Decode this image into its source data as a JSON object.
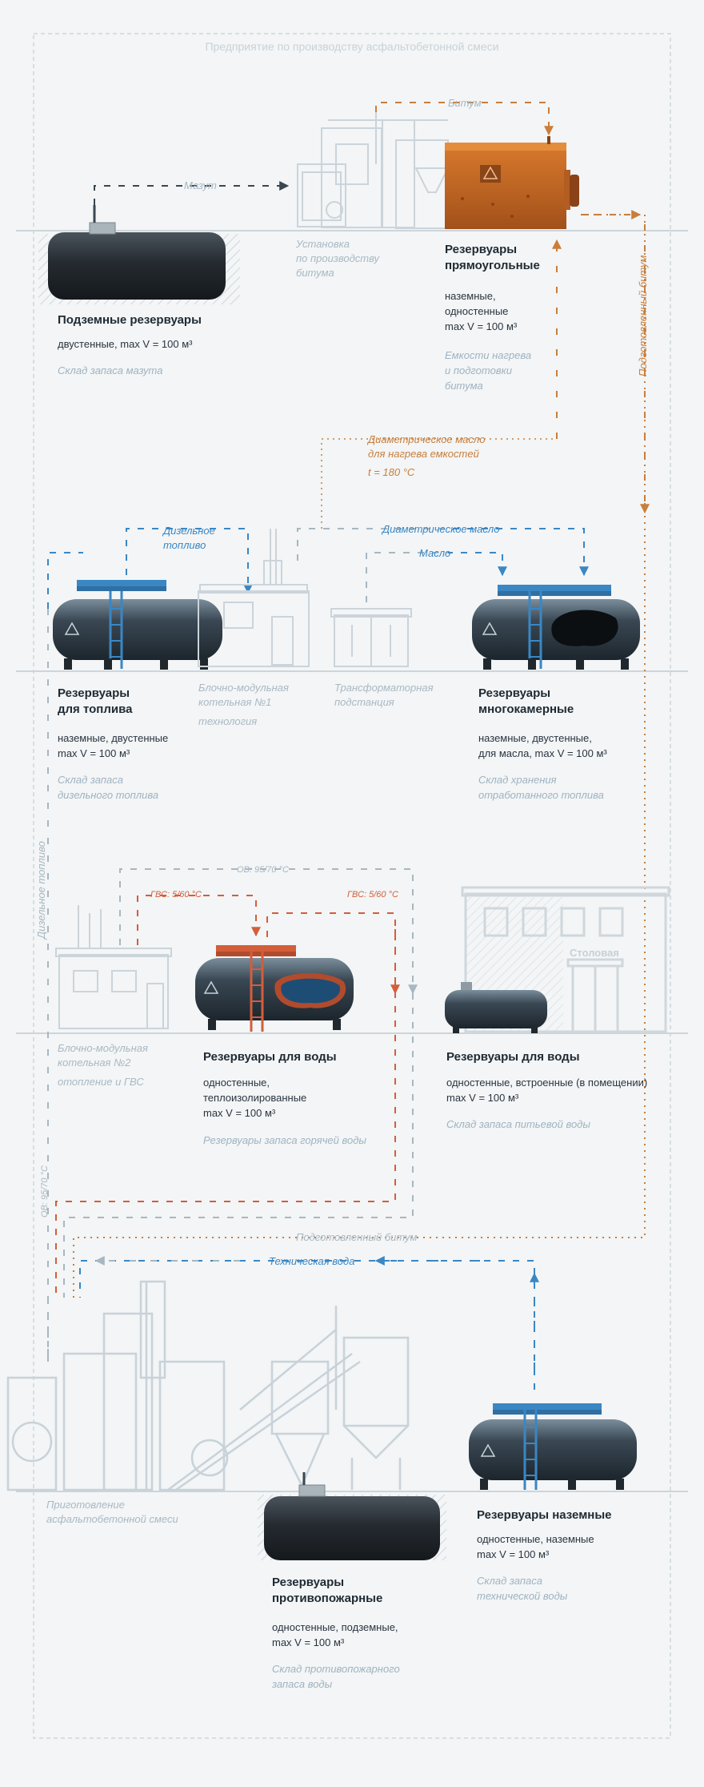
{
  "page": {
    "title": "Предприятие по производству асфальтобетонной смеси"
  },
  "flows": {
    "mazut": "Мазут",
    "bitum": "Битум",
    "prepared_bitum": "Подготовленный битум",
    "diathermic_oil_heating": "Диаметрическое масло\nдля нагрева емкостей",
    "diathermic_temp": "t = 180 °C",
    "diesel_fuel": "Дизельное\nтопливо",
    "diathermic_oil": "Диаметрическое масло",
    "oil": "Масло",
    "diesel_fuel_vertical": "Дизельное топливо",
    "ov": "ОВ: 95/70 °С",
    "gvs1": "ГВС: 5/60 °С",
    "gvs2": "ГВС: 5/60 °С",
    "ov_vertical": "ОВ: 95/70 °С",
    "prepared_bitum_h": "Подготовленный битум",
    "tech_water": "Техническая вода"
  },
  "facilities": {
    "bitumen_plant": "Установка\nпо производству\nбитума",
    "boiler1": "Блочно-модульная\nкотельная №1",
    "boiler1_note": "технология",
    "transformer": "Трансформаторная\nподстанция",
    "boiler2": "Блочно-модульная\nкотельная №2",
    "boiler2_note": "отопление и ГВС",
    "canteen": "Столовая",
    "asphalt": "Приготовление\nасфальтобетонной смеси"
  },
  "tanks": [
    {
      "title": "Подземные резервуары",
      "desc": "двустенные, max V = 100 м³",
      "note": "Склад запаса мазута"
    },
    {
      "title": "Резервуары\nпрямоугольные",
      "desc": "наземные,\nодностенные\nmax V = 100 м³",
      "note": "Емкости нагрева\nи подготовки\nбитума"
    },
    {
      "title": "Резервуары\nдля топлива",
      "desc": "наземные, двустенные\nmax V = 100 м³",
      "note": "Склад запаса\nдизельного топлива"
    },
    {
      "title": "Резервуары\nмногокамерные",
      "desc": "наземные, двустенные,\nдля масла, max V = 100 м³",
      "note": "Склад хранения\nотработанного топлива"
    },
    {
      "title": "Резервуары для воды",
      "desc": "одностенные,\nтеплоизолированные\nmax V = 100 м³",
      "note": "Резервуары запаса горячей воды"
    },
    {
      "title": "Резервуары для воды",
      "desc": "одностенные, встроенные (в помещении)\nmax V = 100 м³",
      "note": "Склад запаса питьевой воды"
    },
    {
      "title": "Резервуары наземные",
      "desc": "одностенные, наземные\nmax V = 100 м³",
      "note": "Склад запаса\nтехнической воды"
    },
    {
      "title": "Резервуары\nпротивопожарные",
      "desc": "одностенные, подземные,\nmax V = 100 м³",
      "note": "Склад противопожарного\nзапаса воды"
    }
  ],
  "colors": {
    "blue": "#3a87c4",
    "orange": "#c97e3b",
    "red": "#d35e3a",
    "grey": "#a8b7c1",
    "tank_dark": "#2a3037",
    "rust": "#c8651f"
  }
}
